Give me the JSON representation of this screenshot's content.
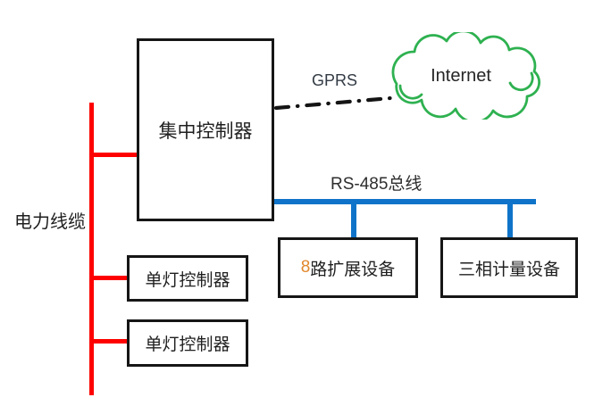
{
  "diagram": {
    "title": "street-light-control-system-topology",
    "colors": {
      "power_line_red": "#fe0000",
      "rs485_blue": "#0f74c9",
      "cloud_green": "#2eb150",
      "box_border_black": "#161616",
      "label_dark": "#1f1f1f",
      "expansion_digit_orange": "#e0882d"
    },
    "nodes": {
      "central_controller": {
        "label": "集中控制器"
      },
      "lamp_controller_1": {
        "label": "单灯控制器"
      },
      "lamp_controller_2": {
        "label": "单灯控制器"
      },
      "expansion_device": {
        "prefix": "8",
        "rest": "路扩展设备"
      },
      "metering_device": {
        "label": "三相计量设备"
      },
      "internet_cloud": {
        "label": "Internet"
      }
    },
    "links": {
      "gprs": {
        "label": "GPRS",
        "style": "dash-dot-black"
      },
      "rs485_bus": {
        "label": "RS-485总线",
        "style": "solid-blue"
      },
      "power_cable": {
        "label": "电力线缆",
        "style": "solid-red"
      }
    }
  }
}
